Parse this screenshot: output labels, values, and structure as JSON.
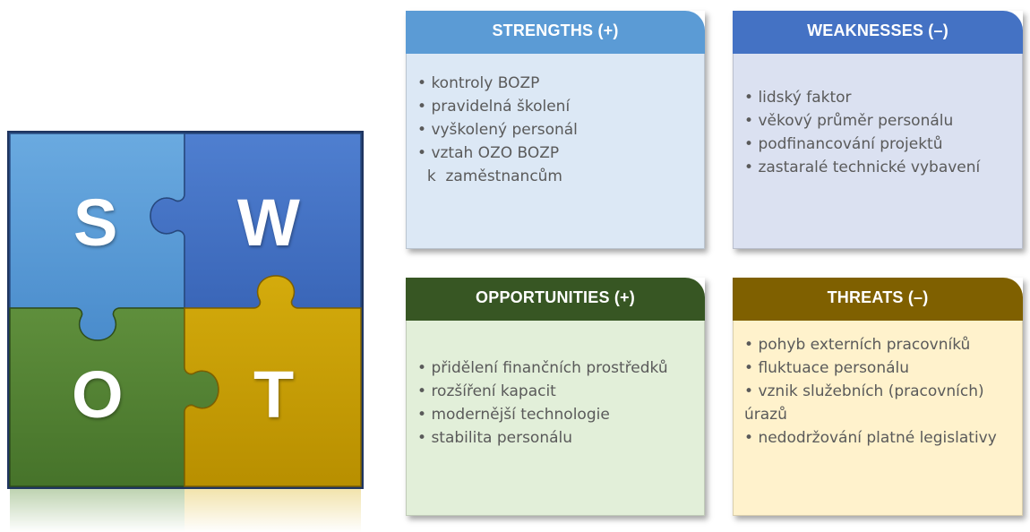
{
  "puzzle": {
    "letters": {
      "s": "S",
      "w": "W",
      "o": "O",
      "t": "T"
    },
    "colors": {
      "s": "#5b9bd5",
      "w": "#4472c4",
      "o": "#548235",
      "t": "#c9a100"
    }
  },
  "cards": {
    "strengths": {
      "title": "STRENGTHS (+)",
      "items": [
        "kontroly BOZP",
        "pravidelná školení",
        "vyškolený personál",
        "vztah OZO BOZP\n  k  zaměstnancům"
      ],
      "header_color": "#5b9bd5",
      "body_color": "#dce8f5"
    },
    "weaknesses": {
      "title": "WEAKNESSES (–)",
      "items": [
        "lidský faktor",
        "věkový průměr personálu",
        "podfinancování projektů",
        "zastaralé technické vybavení"
      ],
      "header_color": "#4472c4",
      "body_color": "#dbe1f1"
    },
    "opportunities": {
      "title": "OPPORTUNITIES (+)",
      "items": [
        "přidělení finančních prostředků",
        "rozšíření kapacit",
        "modernější technologie",
        "stabilita personálu"
      ],
      "header_color": "#375623",
      "body_color": "#e2efd9"
    },
    "threats": {
      "title": "THREATS (–)",
      "items": [
        "pohyb externích pracovníků",
        "fluktuace personálu",
        "vznik služebních (pracovních)\núrazů",
        "nedodržování platné legislativy"
      ],
      "header_color": "#7f6000",
      "body_color": "#fff2cc"
    }
  }
}
